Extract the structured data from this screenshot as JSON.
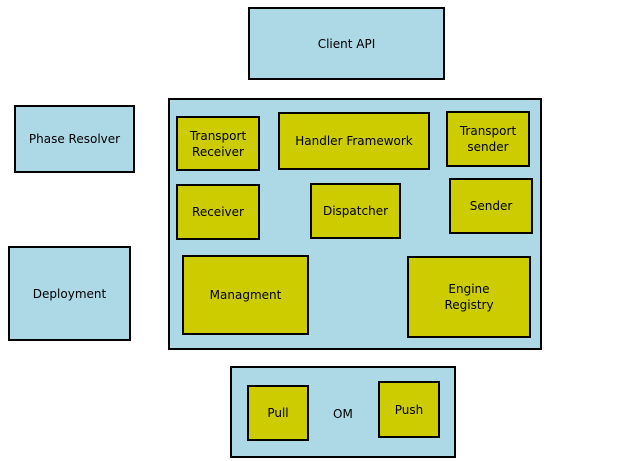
{
  "colors": {
    "container": "#add8e6",
    "component": "#cccc00",
    "border": "#000000"
  },
  "client_api": "Client API",
  "phase_resolver": "Phase Resolver",
  "deployment": "Deployment",
  "engine": {
    "transport_receiver": "Transport\nReceiver",
    "handler_framework": "Handler Framework",
    "transport_sender": "Transport\nsender",
    "receiver": "Receiver",
    "dispatcher": "Dispatcher",
    "sender": "Sender",
    "managment": "Managment",
    "engine_registry": "Engine\nRegistry"
  },
  "om": {
    "label": "OM",
    "pull": "Pull",
    "push": "Push"
  }
}
